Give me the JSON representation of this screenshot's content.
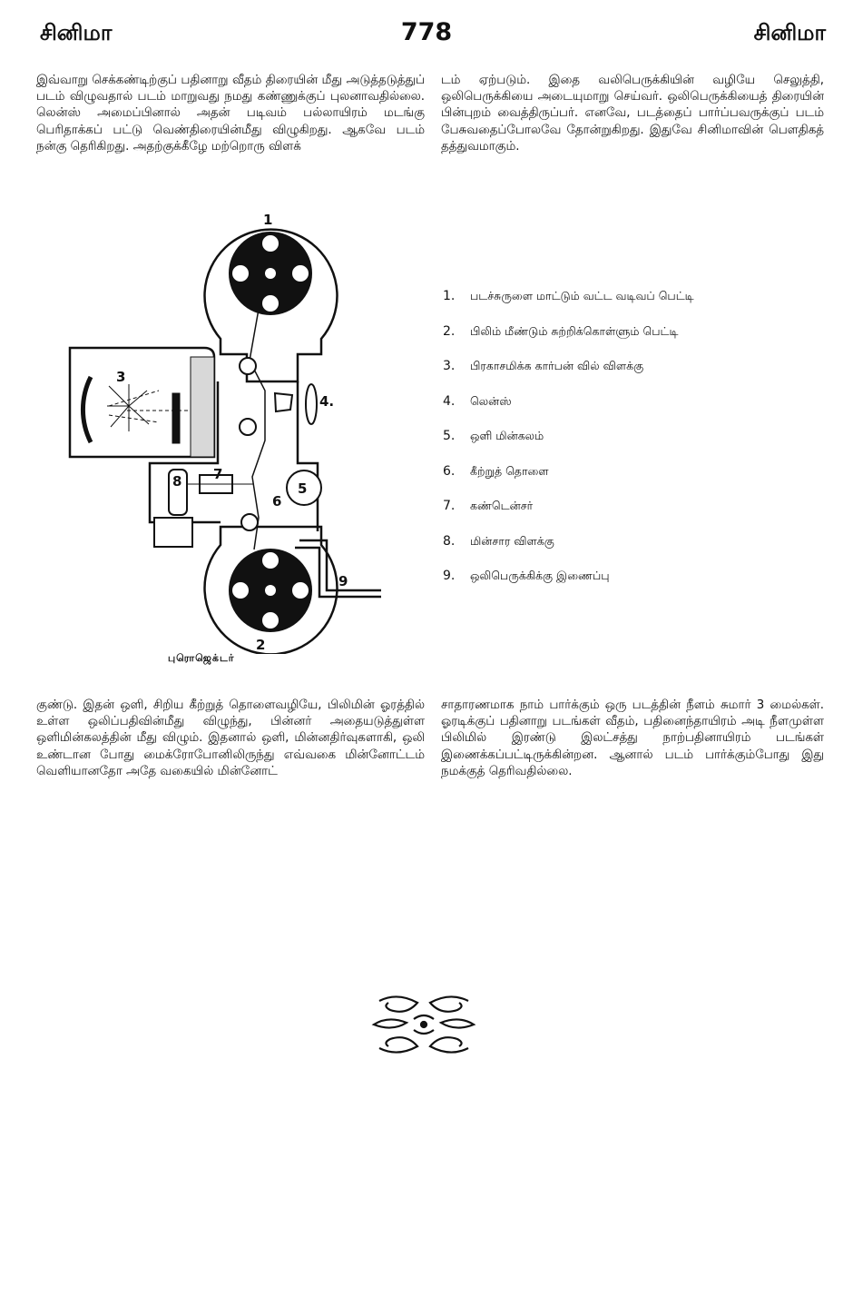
{
  "header": {
    "left": "சினிமா",
    "page_number": "778",
    "right": "சினிமா"
  },
  "top_left_text": "இவ்வாறு செக்கண்டிற்குப் பதினாறு வீதம் திரையின் மீது அடுத்தடுத்துப் படம் விழுவதால் படம் மாறுவது நமது கண்ணுக்குப் புலனாவதில்லை. லென்ஸ் அமைப்பினால் அதன் படிவம் பல்லாயிரம் மடங்கு பெரிதாக்கப் பட்டு வெண்திரையின்மீது விழுகிறது. ஆகவே படம் நன்கு தெரிகிறது. அதற்குக்கீழே மற்றொரு விளக்",
  "top_right_text": "டம் ஏற்படும். இதை வலிபெருக்கியின் வழியே செலுத்தி, ஒலிபெருக்கியை அடையுமாறு செய்வர். ஒலிபெருக்கியைத் திரையின் பின்புறம் வைத்திருப்பர். எனவே, படத்தைப் பார்ப்பவருக்குப் படம் பேசுவதைப்போலவே தோன்றுகிறது. இதுவே சினிமாவின் பௌதிகத் தத்துவமாகும்.",
  "diagram": {
    "labels": [
      "1",
      "2",
      "3",
      "4.",
      "5",
      "6",
      "7",
      "8",
      "9"
    ],
    "caption": "புரொஜெக்டர்"
  },
  "legend": [
    {
      "num": "1.",
      "text": "படச்சுருளை மாட்டும் வட்ட வடிவப் பெட்டி"
    },
    {
      "num": "2.",
      "text": "பிலிம் மீண்டும் சுற்றிக்கொள்ளும் பெட்டி"
    },
    {
      "num": "3.",
      "text": "பிரகாசமிக்க கார்பன் வில் விளக்கு"
    },
    {
      "num": "4.",
      "text": "லென்ஸ்"
    },
    {
      "num": "5.",
      "text": "ஒளி மின்கலம்"
    },
    {
      "num": "6.",
      "text": "கீற்றுத் தொளை"
    },
    {
      "num": "7.",
      "text": "கண்டென்சர்"
    },
    {
      "num": "8.",
      "text": "மின்சார விளக்கு"
    },
    {
      "num": "9.",
      "text": "ஒலிபெருக்கிக்கு இணைப்பு"
    }
  ],
  "bottom_left_text": "குண்டு. இதன் ஒளி, சிறிய கீற்றுத் தொளைவழியே, பிலிமின் ஓரத்தில் உள்ள ஒலிப்பதிவின்மீது விழுந்து, பின்னர் அதையடுத்துள்ள ஒளிமின்கலத்தின் மீது விழும். இதனால் ஒளி, மின்னதிர்வுகளாகி, ஒலி உண்டான போது மைக்ரோபோனிலிருந்து எவ்வகை மின்னோட்டம் வெளியானதோ அதே வகையில் மின்னோட்",
  "bottom_right_text": "சாதாரணமாக நாம் பார்க்கும் ஒரு படத்தின் நீளம் சுமார் 3 மைல்கள். ஓரடிக்குப் பதினாறு படங்கள் வீதம், பதினைந்தாயிரம் அடி நீளமுள்ள பிலிமில் இரண்டு இலட்சத்து நாற்பதினாயிரம் படங்கள் இணைக்கப்பட்டிருக்கின்றன. ஆனால் படம் பார்க்கும்போது இது நமக்குத் தெரிவதில்லை."
}
